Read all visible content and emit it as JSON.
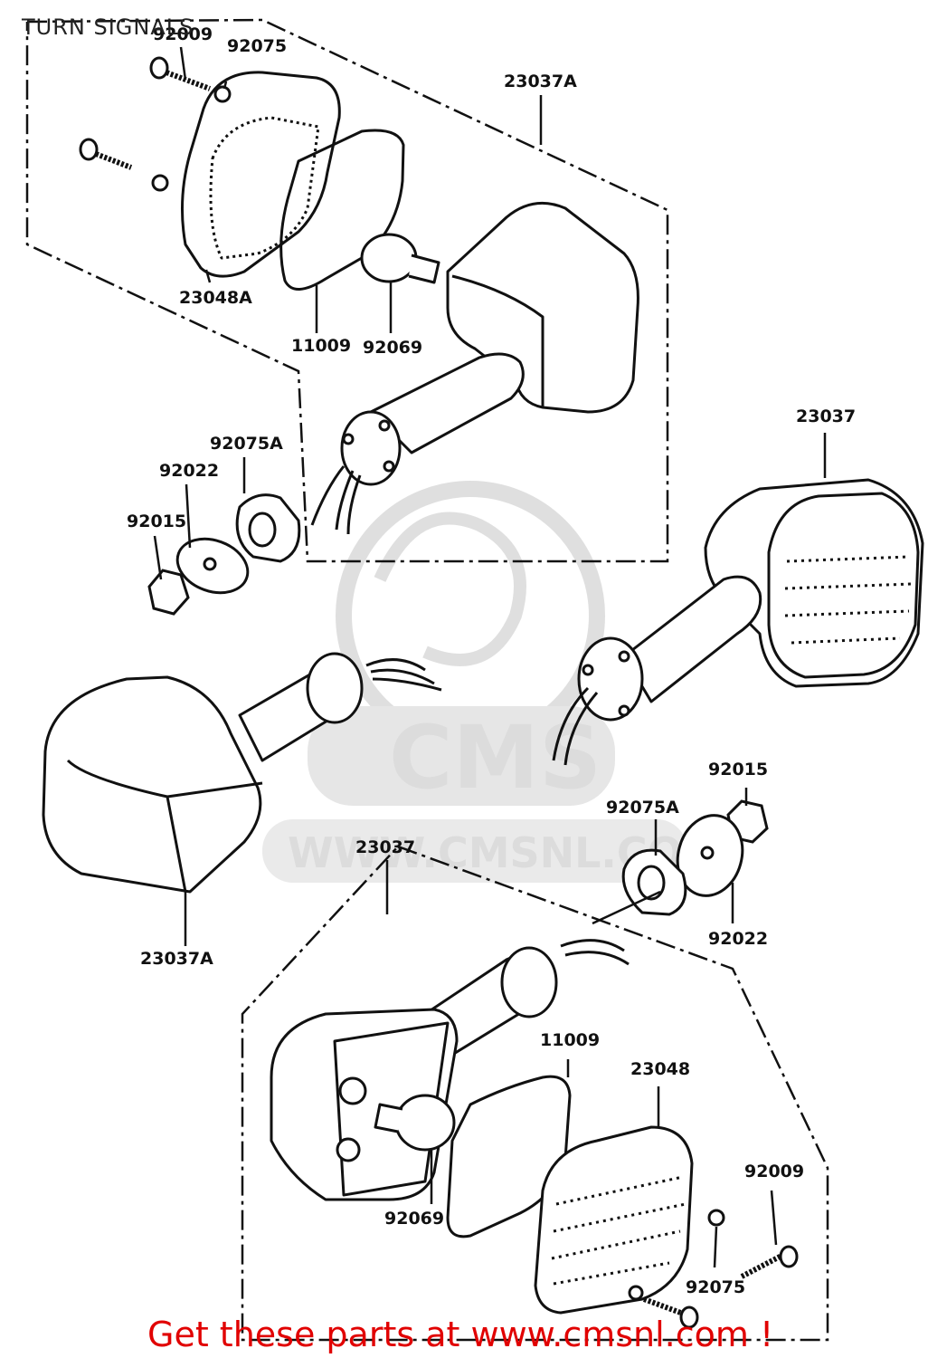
{
  "title": "TURN SIGNALS",
  "watermark": {
    "brand": "CMS",
    "url": "WWW.CMSNL.COM"
  },
  "footer": "Get these parts at www.cmsnl.com !",
  "part_labels": {
    "p92009_top": "92009",
    "p92075_top": "92075",
    "p23037A_top": "23037A",
    "p23048A": "23048A",
    "p11009_top": "11009",
    "p92069_top": "92069",
    "p92075A_left": "92075A",
    "p92022_left": "92022",
    "p92015_left": "92015",
    "p23037_right": "23037",
    "p23037A_left": "23037A",
    "p23037_bottom": "23037",
    "p92015_right": "92015",
    "p92075A_right": "92075A",
    "p92022_right": "92022",
    "p11009_bottom": "11009",
    "p23048": "23048",
    "p92009_bottom": "92009",
    "p92069_bottom": "92069",
    "p92075_bottom": "92075"
  },
  "colors": {
    "line": "#111111",
    "footer": "#e10000",
    "watermark": "#d9d9d9"
  }
}
